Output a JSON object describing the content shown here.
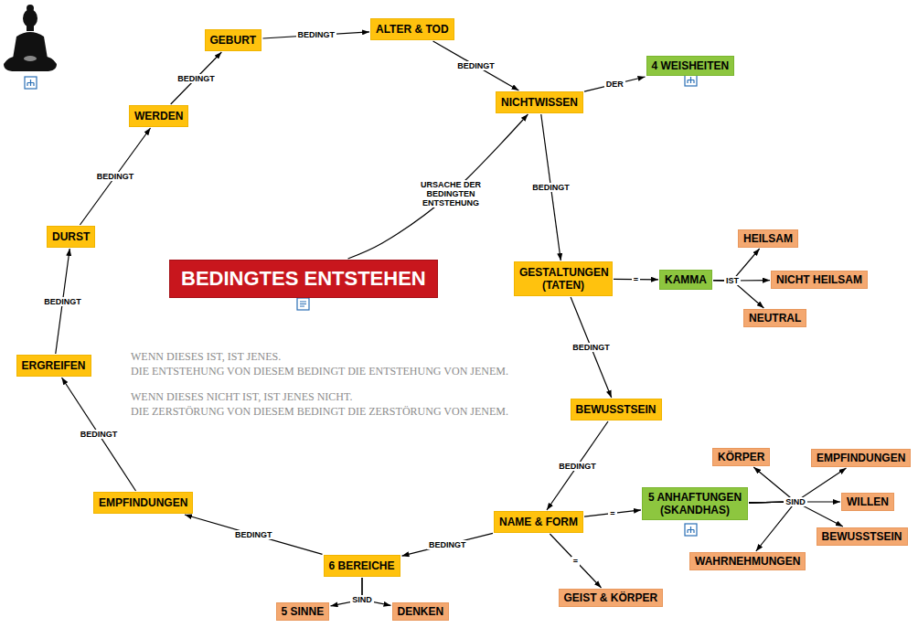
{
  "diagram": {
    "nodes": [
      {
        "text": [
          "BEDINGTES ENTSTEHEN"
        ]
      },
      {
        "text": [
          "NICHTWISSEN"
        ]
      },
      {
        "text": [
          "GESTALTUNGEN (TATEN)"
        ]
      },
      {
        "text": [
          "BEWUSSTSEIN"
        ]
      },
      {
        "text": [
          "NAME & FORM"
        ]
      },
      {
        "text": [
          "6 BEREICHE"
        ]
      },
      {
        "text": [
          "EMPFINDUNGEN"
        ]
      },
      {
        "text": [
          "ERGREIFEN"
        ]
      },
      {
        "text": [
          "DURST"
        ]
      },
      {
        "text": [
          "WERDEN"
        ]
      },
      {
        "text": [
          "GEBURT"
        ]
      },
      {
        "text": [
          "ALTER & TOD"
        ]
      },
      {
        "text": [
          "4 WEISHEITEN"
        ]
      },
      {
        "text": [
          "KAMMA"
        ]
      },
      {
        "text": [
          "5 ANHAFTUNGEN (SKANDHAS)"
        ]
      },
      {
        "text": [
          "HEILSAM"
        ]
      },
      {
        "text": [
          "NICHT HEILSAM"
        ]
      },
      {
        "text": [
          "NEUTRAL"
        ]
      },
      {
        "text": [
          "KÖRPER"
        ]
      },
      {
        "text": [
          "EMPFINDUNGEN"
        ]
      },
      {
        "text": [
          "WILLEN"
        ]
      },
      {
        "text": [
          "BEWUSSTSEIN"
        ]
      },
      {
        "text": [
          "WAHRNEHMUNGEN"
        ]
      },
      {
        "text": [
          "GEIST & KÖRPER"
        ]
      },
      {
        "text": [
          "5 SINNE"
        ]
      },
      {
        "text": [
          "DENKEN"
        ]
      }
    ],
    "edges": [
      {
        "from": 0,
        "to": 1,
        "label": "URSACHE DER BEDINGTEN ENTSTEHUNG",
        "arrow": "to"
      },
      {
        "from": 11,
        "to": 1,
        "label": "BEDINGT",
        "arrow": "to"
      },
      {
        "from": 1,
        "to": 12,
        "label": "DER",
        "arrow": "to"
      },
      {
        "from": 1,
        "to": 2,
        "label": "BEDINGT",
        "arrow": "to"
      },
      {
        "from": 2,
        "to": 13,
        "label": "=",
        "arrow": "to"
      },
      {
        "from": 13,
        "to": 15,
        "arrow": "to"
      },
      {
        "from": 13,
        "to": 16,
        "label": "IST",
        "arrow": "to"
      },
      {
        "from": 13,
        "to": 17,
        "arrow": "to"
      },
      {
        "from": 2,
        "to": 3,
        "label": "BEDINGT",
        "arrow": "to"
      },
      {
        "from": 3,
        "to": 4,
        "label": "BEDINGT",
        "arrow": "to"
      },
      {
        "from": 4,
        "to": 14,
        "label": "=",
        "arrow": "to"
      },
      {
        "from": 14,
        "to": 18,
        "arrow": "to"
      },
      {
        "from": 14,
        "to": 19,
        "arrow": "to"
      },
      {
        "from": 14,
        "to": 20,
        "label": "SIND",
        "arrow": "to"
      },
      {
        "from": 14,
        "to": 21,
        "arrow": "to"
      },
      {
        "from": 14,
        "to": 22,
        "arrow": "to"
      },
      {
        "from": 4,
        "to": 23,
        "label": "=",
        "arrow": "to"
      },
      {
        "from": 4,
        "to": 5,
        "label": "BEDINGT",
        "arrow": "to"
      },
      {
        "from": 5,
        "to": 24,
        "arrow": "to"
      },
      {
        "from": 5,
        "to": 25,
        "label": "SIND",
        "arrow": "to"
      },
      {
        "from": 5,
        "to": 6,
        "label": "BEDINGT",
        "arrow": "to"
      },
      {
        "from": 6,
        "to": 7,
        "label": "BEDINGT",
        "arrow": "to"
      },
      {
        "from": 7,
        "to": 8,
        "label": "BEDINGT",
        "arrow": "to"
      },
      {
        "from": 8,
        "to": 9,
        "label": "BEDINGT",
        "arrow": "to"
      },
      {
        "from": 9,
        "to": 10,
        "label": "BEDINGT",
        "arrow": "to"
      },
      {
        "from": 10,
        "to": 11,
        "label": "BEDINGT",
        "arrow": "to"
      }
    ],
    "labels": [
      "WENN DIESES IST, IST JENES.",
      "DIE ENTSTEHUNG VON DIESEM BEDINGT DIE ENTSTEHUNG VON JENEM.",
      "WENN DIESES NICHT IST, IST JENES NICHT.",
      "DIE ZERSTÖRUNG VON DIESEM BEDINGT DIE ZERSTÖRUNG VON JENEM."
    ]
  }
}
